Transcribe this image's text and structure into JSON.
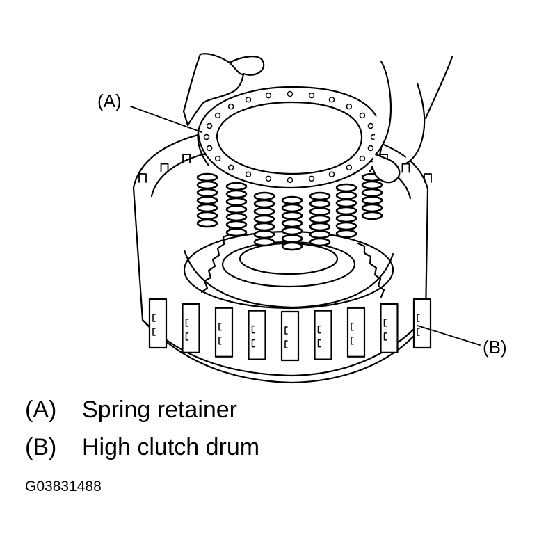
{
  "callouts": {
    "a": "(A)",
    "b": "(B)"
  },
  "legend": [
    {
      "key": "(A)",
      "label": "Spring retainer"
    },
    {
      "key": "(B)",
      "label": "High clutch drum"
    }
  ],
  "figure_code": "G03831488",
  "colors": {
    "line": "#000000",
    "fill": "#ffffff"
  },
  "illustration": {
    "subjects": [
      "hand-icon",
      "spring-retainer-icon",
      "return-springs-icon",
      "high-clutch-drum-icon"
    ]
  }
}
